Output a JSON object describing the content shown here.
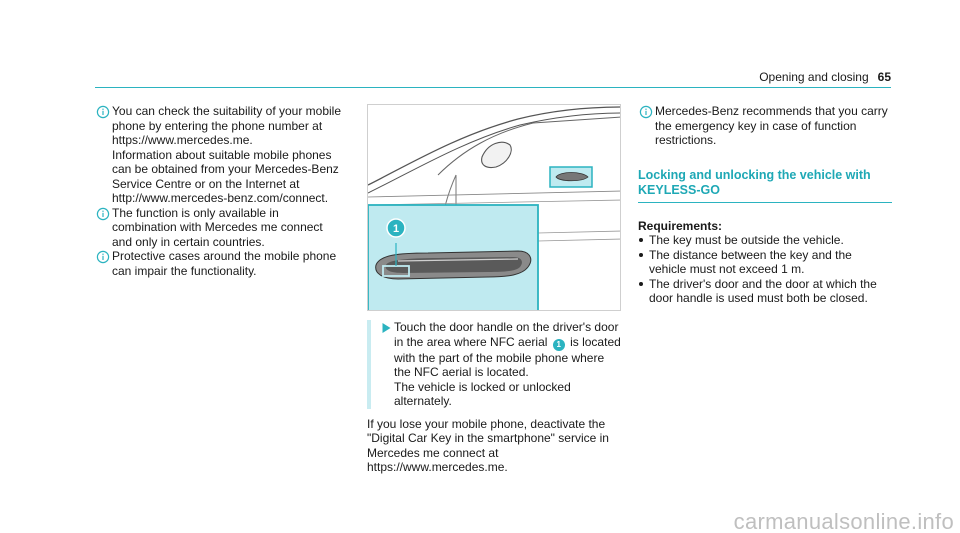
{
  "header": {
    "section": "Opening and closing",
    "page_number": "65"
  },
  "left_notes": [
    "You can check the suitability of your mobile phone by entering the phone number at https://www.mercedes.me.\nInformation about suitable mobile phones can be obtained from your Mercedes-Benz Service Centre or on the Internet at http://www.mercedes-benz.com/connect.",
    "The function is only available in combination with Mercedes me connect and only in certain countries.",
    "Protective cases around the mobile phone can impair the functionality."
  ],
  "figure": {
    "callout_number": "1"
  },
  "step": {
    "before_callout": "Touch the door handle on the driver's door in the area where NFC aerial",
    "callout": "1",
    "after_callout": "is located with the part of the mobile phone where the NFC aerial is located.",
    "result": "The vehicle is locked or unlocked alternately."
  },
  "paragraph": "If you lose your mobile phone, deactivate the \"Digital Car Key in the smartphone\" service in Mercedes me connect at https://www.mercedes.me.",
  "right_note": "Mercedes-Benz recommends that you carry the emergency key in case of function restrictions.",
  "section_title": "Locking and unlocking the vehicle with KEYLESS-GO",
  "requirements": {
    "title": "Requirements:",
    "items": [
      "The key must be outside the vehicle.",
      "The distance between the key and the vehicle must not exceed 1 m.",
      "The driver's door and the door at which the door handle is used must both be closed."
    ]
  },
  "colors": {
    "accent": "#2bb3c0",
    "highlight": "#bfeaf0"
  },
  "watermark": "carmanualsonline.info"
}
